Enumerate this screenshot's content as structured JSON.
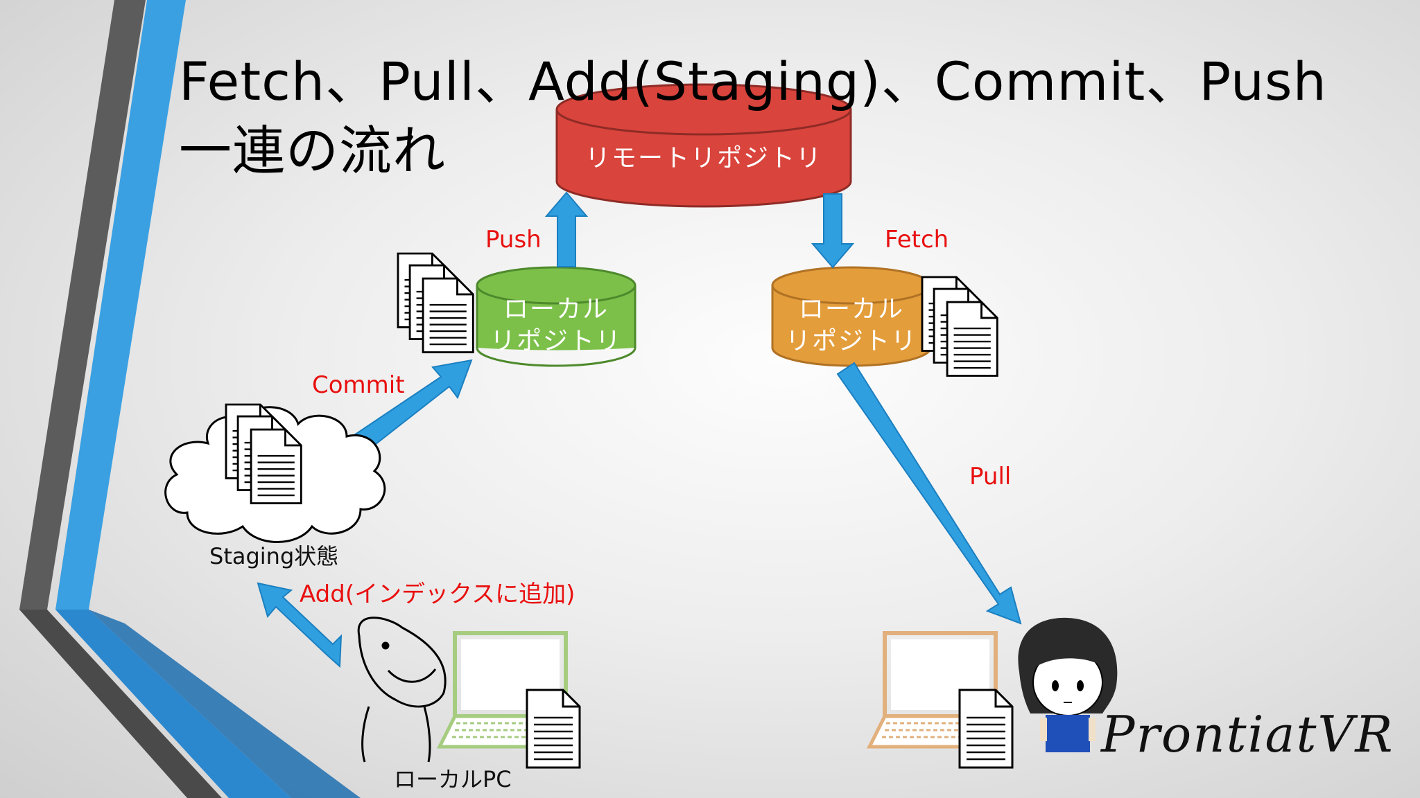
{
  "slide": {
    "title_line1": "Fetch、Pull、Add(Staging)、Commit、Push",
    "title_line2": "一連の流れ",
    "brand": "ProntiatVR"
  },
  "nodes": {
    "remote_repo": "リモートリポジトリ",
    "local_repo_left_line1": "ローカル",
    "local_repo_left_line2": "リポジトリ",
    "local_repo_right_line1": "ローカル",
    "local_repo_right_line2": "リポジトリ",
    "staging": "Staging状態",
    "local_pc": "ローカルPC"
  },
  "edges": {
    "push": "Push",
    "fetch": "Fetch",
    "commit": "Commit",
    "pull": "Pull",
    "add": "Add(インデックスに追加)"
  },
  "colors": {
    "remote_repo": "#d9443c",
    "local_repo_left": "#7cc04a",
    "local_repo_right": "#e49d3b",
    "arrow": "#2f9fe0",
    "label_red": "#e8100f",
    "laptop_left": "#a6cc80",
    "laptop_right": "#e2b07c"
  },
  "icons": [
    "document-stack-icon",
    "cloud-icon",
    "laptop-icon",
    "person-icon",
    "arrow-icon"
  ]
}
